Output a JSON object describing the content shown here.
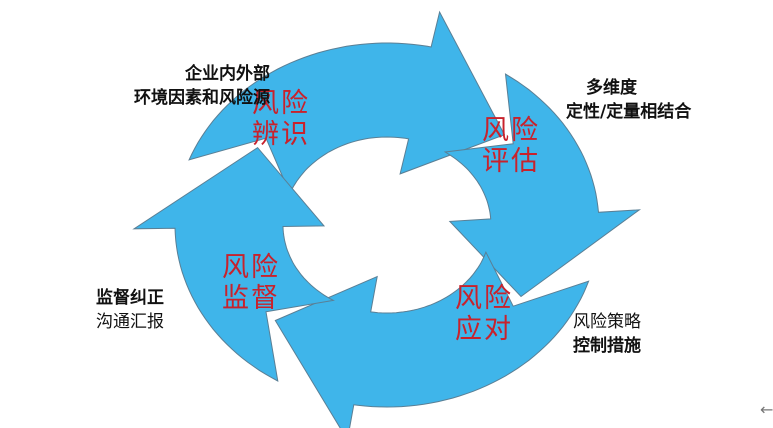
{
  "colors": {
    "arrow_fill": "#3fb5ea",
    "arrow_stroke": "#5a7f95",
    "stage_text": "#c8222c"
  },
  "stages": [
    {
      "line1": "风险",
      "line2": "辨识"
    },
    {
      "line1": "风险",
      "line2": "评估"
    },
    {
      "line1": "风险",
      "line2": "应对"
    },
    {
      "line1": "风险",
      "line2": "监督"
    }
  ],
  "notes": {
    "identify": {
      "line1": "企业内外部",
      "line2": "环境因素和风险源"
    },
    "assess": {
      "line1": "多维度",
      "line2": "定性/定量相结合"
    },
    "respond": {
      "line1": "风险策略",
      "line2": "控制措施"
    },
    "monitor": {
      "line1": "监督纠正",
      "line2": "沟通汇报"
    }
  },
  "nav": {
    "back_icon": "arrow-left-icon",
    "back_glyph": "←"
  }
}
